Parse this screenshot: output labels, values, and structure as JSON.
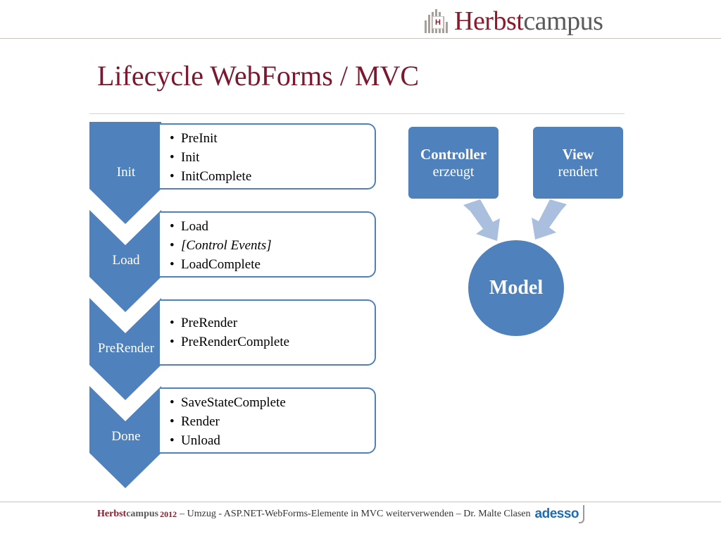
{
  "header": {
    "logo_mark": "H",
    "logo_bold": "Herbst",
    "logo_light": "campus"
  },
  "slide": {
    "title": "Lifecycle WebForms / MVC"
  },
  "lifecycle": [
    {
      "phase": "Init",
      "items": [
        "PreInit",
        "Init",
        "InitComplete"
      ]
    },
    {
      "phase": "Load",
      "items": [
        "Load",
        "[Control Events]",
        "LoadComplete"
      ]
    },
    {
      "phase": "PreRender",
      "items": [
        "PreRender",
        "PreRenderComplete"
      ]
    },
    {
      "phase": "Done",
      "items": [
        "SaveStateComplete",
        "Render",
        "Unload"
      ]
    }
  ],
  "mvc": {
    "controller": {
      "title": "Controller",
      "subtitle": "erzeugt"
    },
    "view": {
      "title": "View",
      "subtitle": "rendert"
    },
    "model": "Model"
  },
  "footer": {
    "brand_bold": "Herbst",
    "brand_light": "campus",
    "year": "2012",
    "text": "– Umzug - ASP.NET-WebForms-Elemente in MVC weiterverwenden – Dr. Malte Clasen",
    "sponsor": "adesso"
  },
  "colors": {
    "accent_blue": "#4f81bd",
    "arrow_blue": "#a9bfdd",
    "title_red": "#7b1830"
  }
}
